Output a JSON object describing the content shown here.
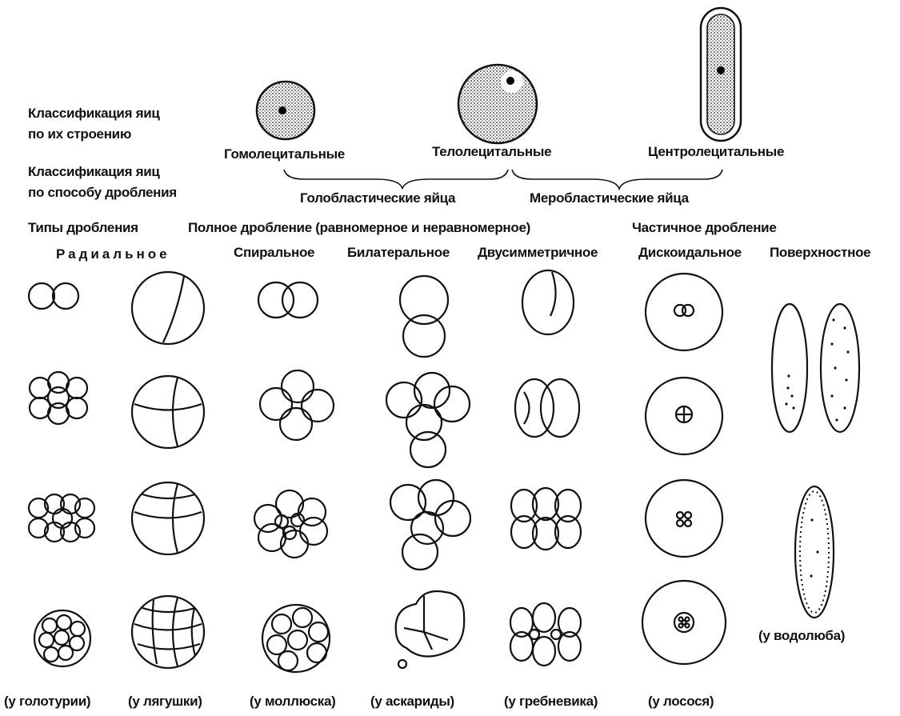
{
  "row_labels": {
    "structure_classification": "Классификация яиц\nпо их строению",
    "cleavage_classification": "Классификация яиц\nпо способу дробления",
    "cleavage_types": "Типы дробления"
  },
  "egg_types": {
    "homolecithal": "Гомолецитальные",
    "telolecithal": "Телолецитальные",
    "centrolecithal": "Центролецитальные"
  },
  "egg_cleavage": {
    "holoblastic": "Голобластические яйца",
    "meroblastic": "Меробластические яйца"
  },
  "cleavage": {
    "complete": "Полное дробление (равномерное и неравномерное)",
    "partial": "Частичное дробление"
  },
  "patterns": {
    "radial": "Радиальное",
    "spiral": "Спиральное",
    "bilateral": "Билатеральное",
    "bisymmetric": "Двусимметричное",
    "discoidal": "Дискоидальное",
    "superficial": "Поверхностное"
  },
  "organisms": {
    "sea_cucumber": "(у голотурии)",
    "frog": "(у лягушки)",
    "mollusk": "(у моллюска)",
    "ascaris": "(у аскариды)",
    "ctenophore": "(у гребневика)",
    "salmon": "(у лосося)",
    "water_beetle": "(у водолюба)"
  }
}
